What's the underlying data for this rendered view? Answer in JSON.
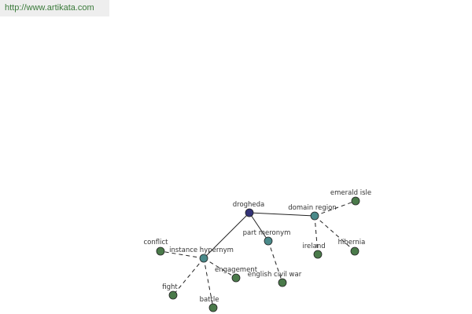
{
  "header": {
    "url": "http://www.artikata.com"
  },
  "graph": {
    "colors": {
      "root": "#333377",
      "relation": "#4a8a8a",
      "leaf": "#4a7a4a",
      "stroke": "#222222"
    },
    "nodes": [
      {
        "id": "drogheda",
        "label": "drogheda",
        "kind": "root"
      },
      {
        "id": "domain-region",
        "label": "domain region",
        "kind": "relation"
      },
      {
        "id": "part-meronym",
        "label": "part meronym",
        "kind": "relation"
      },
      {
        "id": "instance-hypernym",
        "label": "instance hypernym",
        "kind": "relation"
      },
      {
        "id": "emerald-isle",
        "label": "emerald isle",
        "kind": "leaf"
      },
      {
        "id": "ireland",
        "label": "ireland",
        "kind": "leaf"
      },
      {
        "id": "hibernia",
        "label": "hibernia",
        "kind": "leaf"
      },
      {
        "id": "english-civil-war",
        "label": "english civil war",
        "kind": "leaf"
      },
      {
        "id": "conflict",
        "label": "conflict",
        "kind": "leaf"
      },
      {
        "id": "engagement",
        "label": "engagement",
        "kind": "leaf"
      },
      {
        "id": "fight",
        "label": "fight",
        "kind": "leaf"
      },
      {
        "id": "battle",
        "label": "battle",
        "kind": "leaf"
      }
    ],
    "edges": [
      {
        "from": "drogheda",
        "to": "domain-region",
        "style": "solid"
      },
      {
        "from": "drogheda",
        "to": "part-meronym",
        "style": "solid"
      },
      {
        "from": "drogheda",
        "to": "instance-hypernym",
        "style": "solid"
      },
      {
        "from": "domain-region",
        "to": "emerald-isle",
        "style": "dashed"
      },
      {
        "from": "domain-region",
        "to": "ireland",
        "style": "dashed"
      },
      {
        "from": "domain-region",
        "to": "hibernia",
        "style": "dashed"
      },
      {
        "from": "part-meronym",
        "to": "english-civil-war",
        "style": "dashed"
      },
      {
        "from": "instance-hypernym",
        "to": "conflict",
        "style": "dashed"
      },
      {
        "from": "instance-hypernym",
        "to": "engagement",
        "style": "dashed"
      },
      {
        "from": "instance-hypernym",
        "to": "fight",
        "style": "dashed"
      },
      {
        "from": "instance-hypernym",
        "to": "battle",
        "style": "dashed"
      }
    ]
  }
}
